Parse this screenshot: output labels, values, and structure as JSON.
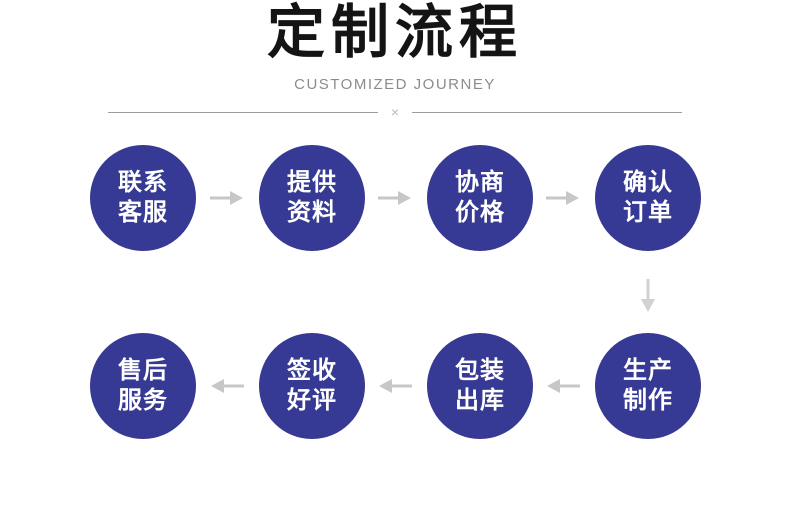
{
  "header": {
    "title": "定制流程",
    "subtitle": "CUSTOMIZED JOURNEY",
    "divider_symbol": "×"
  },
  "colors": {
    "circle_fill": "#363a94",
    "circle_text": "#ffffff",
    "arrow": "#c7c7c7",
    "title_text": "#141414",
    "subtitle_text": "#8c8c8c",
    "divider_line": "#9c9c9c"
  },
  "steps": [
    {
      "order": 1,
      "line1": "联系",
      "line2": "客服"
    },
    {
      "order": 2,
      "line1": "提供",
      "line2": "资料"
    },
    {
      "order": 3,
      "line1": "协商",
      "line2": "价格"
    },
    {
      "order": 4,
      "line1": "确认",
      "line2": "订单"
    },
    {
      "order": 5,
      "line1": "生产",
      "line2": "制作"
    },
    {
      "order": 6,
      "line1": "包装",
      "line2": "出库"
    },
    {
      "order": 7,
      "line1": "签收",
      "line2": "好评"
    },
    {
      "order": 8,
      "line1": "售后",
      "line2": "服务"
    }
  ]
}
